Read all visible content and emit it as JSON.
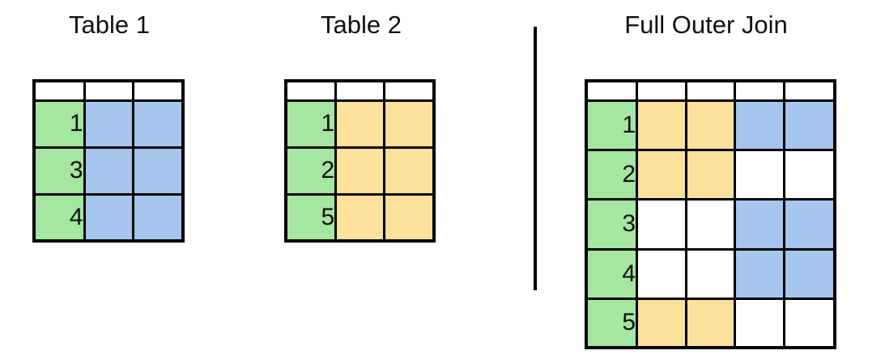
{
  "diagram": {
    "title_bar_divider": "vertical-rule",
    "background": "#ffffff",
    "colors": {
      "key_green": "#a5e6a0",
      "table1_blue": "#a6c5ef",
      "table2_yellow": "#fbe09b",
      "empty_white": "#ffffff",
      "border_black": "#000000",
      "text": "#111111"
    }
  },
  "panels": [
    {
      "id": "table1",
      "title": "Table 1",
      "columns": 3,
      "header_row_blank": true,
      "rows": [
        {
          "key": "1",
          "cells": [
            "key",
            "blue",
            "blue"
          ]
        },
        {
          "key": "3",
          "cells": [
            "key",
            "blue",
            "blue"
          ]
        },
        {
          "key": "4",
          "cells": [
            "key",
            "blue",
            "blue"
          ]
        }
      ]
    },
    {
      "id": "table2",
      "title": "Table 2",
      "columns": 3,
      "header_row_blank": true,
      "rows": [
        {
          "key": "1",
          "cells": [
            "key",
            "yellow",
            "yellow"
          ]
        },
        {
          "key": "2",
          "cells": [
            "key",
            "yellow",
            "yellow"
          ]
        },
        {
          "key": "5",
          "cells": [
            "key",
            "yellow",
            "yellow"
          ]
        }
      ]
    },
    {
      "id": "join",
      "title": "Full Outer Join",
      "columns": 5,
      "header_row_blank": true,
      "rows": [
        {
          "key": "1",
          "cells": [
            "key",
            "yellow",
            "yellow",
            "blue",
            "blue"
          ]
        },
        {
          "key": "2",
          "cells": [
            "key",
            "yellow",
            "yellow",
            "empty",
            "empty"
          ]
        },
        {
          "key": "3",
          "cells": [
            "key",
            "empty",
            "empty",
            "blue",
            "blue"
          ]
        },
        {
          "key": "4",
          "cells": [
            "key",
            "empty",
            "empty",
            "blue",
            "blue"
          ]
        },
        {
          "key": "5",
          "cells": [
            "key",
            "yellow",
            "yellow",
            "empty",
            "empty"
          ]
        }
      ]
    }
  ]
}
